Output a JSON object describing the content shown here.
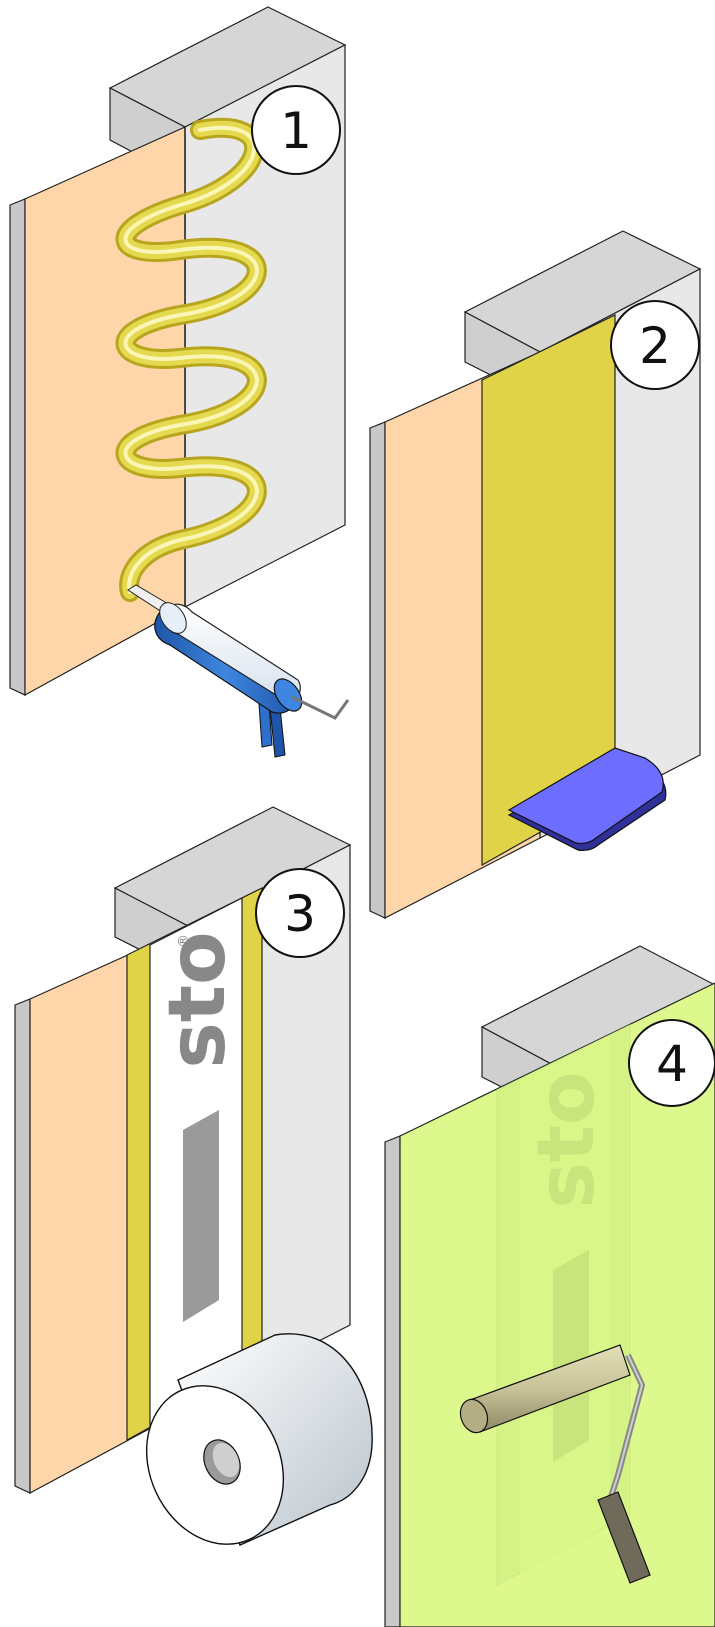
{
  "steps": [
    {
      "number": "1",
      "tool": "caulking-gun",
      "material": "sealant-bead"
    },
    {
      "number": "2",
      "tool": "spatula",
      "material": "sealant-layer"
    },
    {
      "number": "3",
      "tool": "tape-roll",
      "material": "fabric-tape"
    },
    {
      "number": "4",
      "tool": "paint-roller",
      "material": "topcoat"
    }
  ],
  "logo": {
    "text": "sto",
    "mark": "®"
  },
  "colors": {
    "board": "#fed6aa",
    "board_edge": "#c8c8c8",
    "wall": "#e8e8e8",
    "wall_top": "#d6d6d6",
    "sealant": "#e1d348",
    "tape": "#ffffff",
    "topcoat": "#ddf98d",
    "spatula": "#6d6dff",
    "gun_blue": "#2f6fcc",
    "tape_logo": "#888888",
    "roller": "#c8c398"
  }
}
